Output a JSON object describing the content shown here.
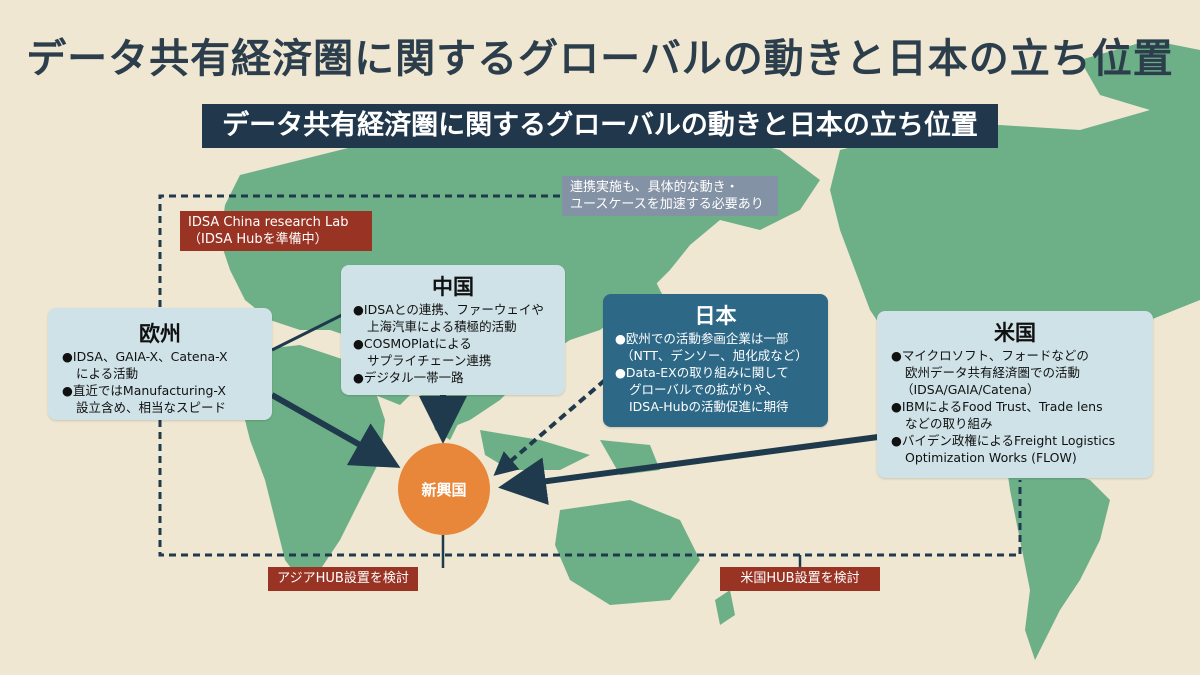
{
  "title": "データ共有経済圏に関するグローバルの動きと日本の立ち位置",
  "subtitle": "データ共有経済圏に関するグローバルの動きと日本の立ち位置",
  "colors": {
    "background": "#efe7d2",
    "land": "#6db088",
    "navy": "#21384c",
    "japan_box": "#2e6887",
    "info_box": "#cfe2e8",
    "tag": "#993424",
    "note": "#8492a5",
    "hub": "#e8873a"
  },
  "europe": {
    "title": "欧州",
    "items": [
      "IDSA、GAIA-X、Catena-X",
      "による活動",
      "直近ではManufacturing-X",
      "設立含め、相当なスピード"
    ]
  },
  "china": {
    "title": "中国",
    "items": [
      "IDSAとの連携、ファーウェイや",
      "上海汽車による積極的活動",
      "COSMOPlatによる",
      "サプライチェーン連携",
      "デジタル一帯一路"
    ]
  },
  "japan": {
    "title": "日本",
    "items": [
      "欧州での活動参画企業は一部",
      "（NTT、デンソー、旭化成など）",
      "Data-EXの取り組みに関して",
      "グローバルでの拡がりや、",
      "IDSA-Hubの活動促進に期待"
    ]
  },
  "usa": {
    "title": "米国",
    "items": [
      "マイクロソフト、フォードなどの",
      "欧州データ共有経済圏での活動",
      "（IDSA/GAIA/Catena）",
      "IBMによるFood Trust、Trade lens",
      "などの取り組み",
      "バイデン政権によるFreight Logistics",
      "Optimization Works (FLOW)"
    ]
  },
  "bullet": "●",
  "china_lab": [
    "IDSA China research Lab",
    "（IDSA Hubを準備中）"
  ],
  "note": [
    "連携実施も、具体的な動き・",
    "ユースケースを加速する必要あり"
  ],
  "hub": "新興国",
  "asia_hub": "アジアHUB設置を検討",
  "us_hub": "米国HUB設置を検討"
}
